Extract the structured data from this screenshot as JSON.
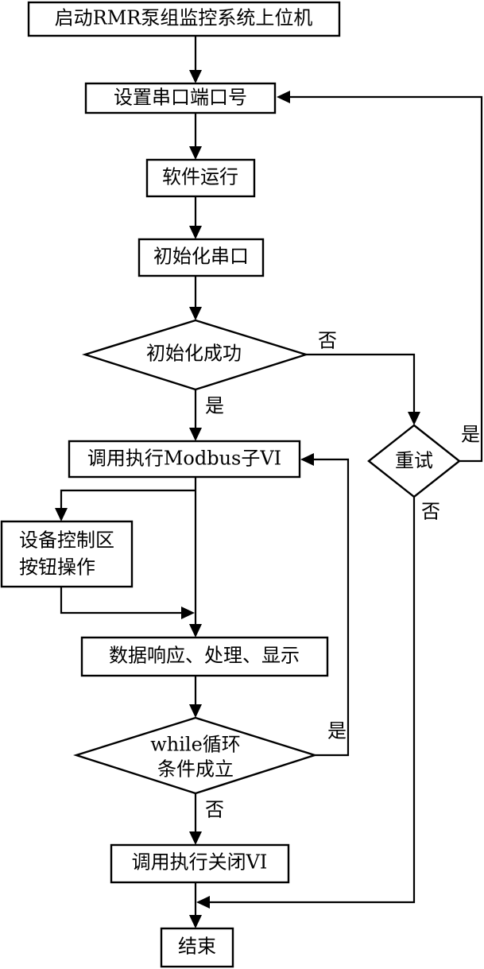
{
  "nodes": {
    "start": "启动RMR泵组监控系统上位机",
    "set_port": "设置串口端口号",
    "run_software": "软件运行",
    "init_port": "初始化串口",
    "init_success": "初始化成功",
    "call_modbus": "调用执行Modbus子VI",
    "device_control_line1": "设备控制区",
    "device_control_line2": "按钮操作",
    "data_process": "数据响应、处理、显示",
    "while_cond_line1": "while循环",
    "while_cond_line2": "条件成立",
    "call_close": "调用执行关闭VI",
    "retry": "重试",
    "end": "结束"
  },
  "edges": {
    "init_no": "否",
    "init_yes": "是",
    "retry_yes": "是",
    "retry_no": "否",
    "while_yes": "是",
    "while_no": "否"
  }
}
